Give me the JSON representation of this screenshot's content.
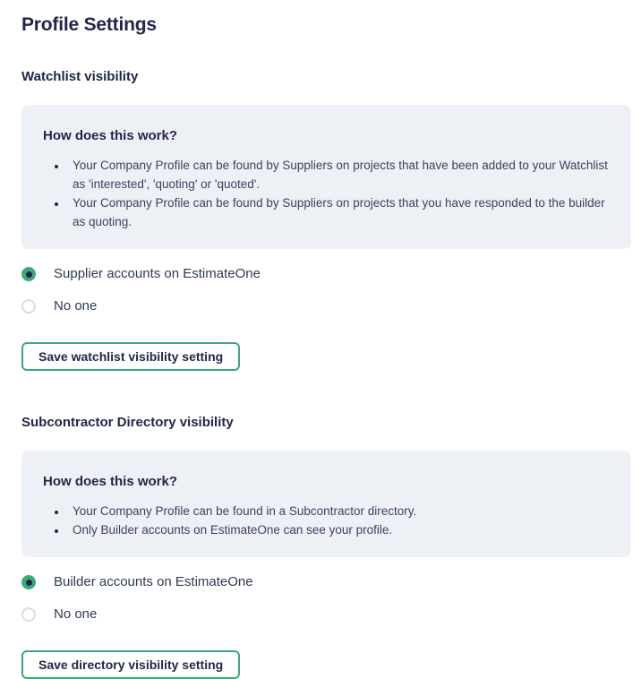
{
  "page": {
    "title": "Profile Settings"
  },
  "colors": {
    "accent_green": "#3ea877",
    "heading_navy": "#1e2746",
    "body_text": "#39445e",
    "info_box_bg": "#edf1f5"
  },
  "sections": [
    {
      "heading": "Watchlist visibility",
      "info": {
        "title": "How does this work?",
        "bullets": [
          "Your Company Profile can be found by Suppliers on projects that have been added to your Watchlist as 'interested', 'quoting' or 'quoted'.",
          "Your Company Profile can be found by Suppliers on projects that you have responded to the builder as quoting."
        ]
      },
      "options": [
        {
          "label": "Supplier accounts on EstimateOne",
          "selected": true
        },
        {
          "label": "No one",
          "selected": false
        }
      ],
      "save_label": "Save watchlist visibility setting"
    },
    {
      "heading": "Subcontractor Directory visibility",
      "info": {
        "title": "How does this work?",
        "bullets": [
          "Your Company Profile can be found in a Subcontractor directory.",
          "Only Builder accounts on EstimateOne can see your profile."
        ]
      },
      "options": [
        {
          "label": "Builder accounts on EstimateOne",
          "selected": true
        },
        {
          "label": "No one",
          "selected": false
        }
      ],
      "save_label": "Save directory visibility setting"
    }
  ]
}
